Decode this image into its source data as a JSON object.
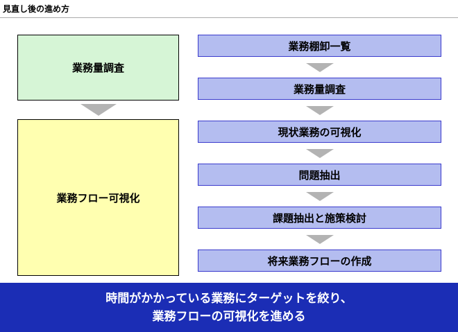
{
  "page_title": "見直し後の進め方",
  "left_flow": {
    "box1": "業務量調査",
    "box2": "業務フロー可視化"
  },
  "right_flow": {
    "steps": [
      "業務棚卸一覧",
      "業務量調査",
      "現状業務の可視化",
      "問題抽出",
      "課題抽出と施策検討",
      "将来業務フローの作成"
    ]
  },
  "banner": {
    "line1": "時間がかかっている業務にターゲットを絞り、",
    "line2": "業務フローの可視化を進める"
  },
  "colors": {
    "green_box": "#d6f5d6",
    "yellow_box": "#ffffb0",
    "blue_box": "#b4bdf0",
    "blue_box_border": "#3a3acc",
    "arrow": "#b3b3b3",
    "banner_bg": "#1b2db5"
  }
}
